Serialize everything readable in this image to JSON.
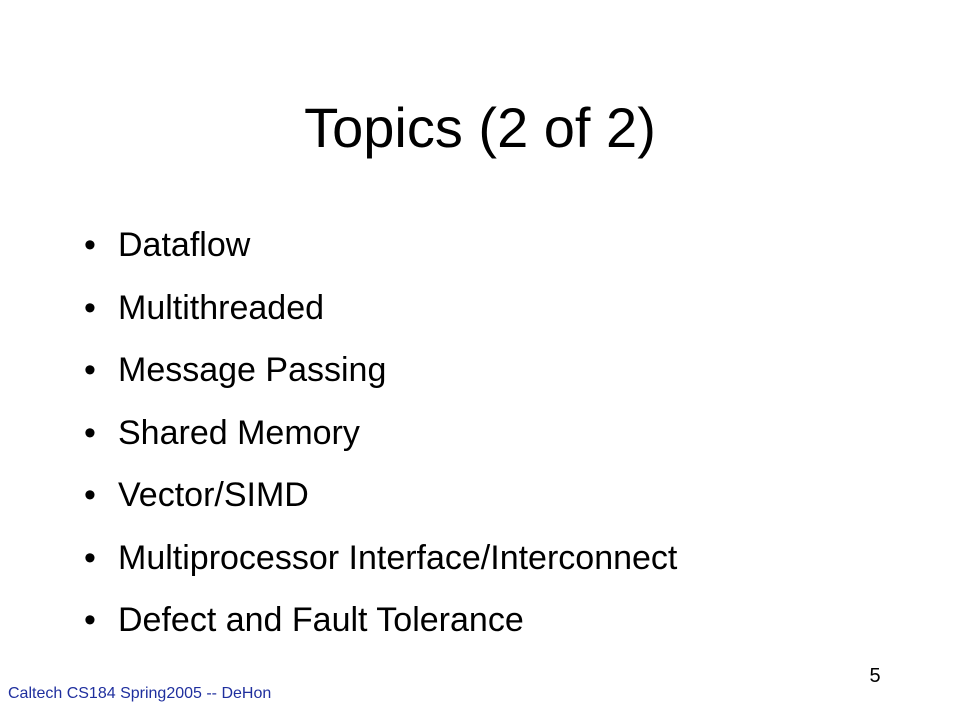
{
  "slide": {
    "title": "Topics (2 of 2)",
    "bullet_symbol": "•",
    "bullets": [
      "Dataflow",
      "Multithreaded",
      "Message Passing",
      "Shared Memory",
      "Vector/SIMD",
      "Multiprocessor Interface/Interconnect",
      "Defect and Fault Tolerance"
    ],
    "footer_text": "Caltech CS184 Spring2005 -- DeHon",
    "page_number": "5"
  },
  "colors": {
    "background": "#ffffff",
    "text": "#000000",
    "footer": "#1f2f9e"
  }
}
